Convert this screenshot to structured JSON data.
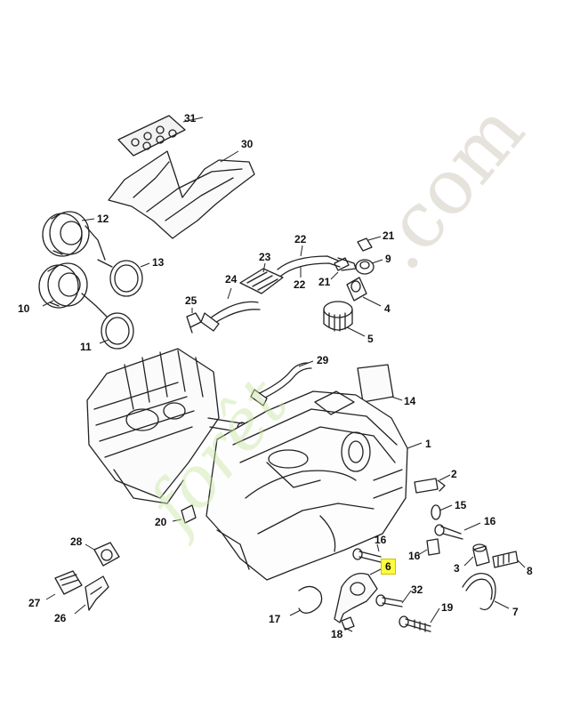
{
  "diagram": {
    "callouts": [
      {
        "id": "31",
        "label": "31"
      },
      {
        "id": "30",
        "label": "30"
      },
      {
        "id": "12",
        "label": "12"
      },
      {
        "id": "13",
        "label": "13"
      },
      {
        "id": "10",
        "label": "10"
      },
      {
        "id": "11",
        "label": "11"
      },
      {
        "id": "22a",
        "label": "22"
      },
      {
        "id": "22b",
        "label": "22"
      },
      {
        "id": "21a",
        "label": "21"
      },
      {
        "id": "21b",
        "label": "21"
      },
      {
        "id": "9",
        "label": "9"
      },
      {
        "id": "23",
        "label": "23"
      },
      {
        "id": "24",
        "label": "24"
      },
      {
        "id": "25",
        "label": "25"
      },
      {
        "id": "4",
        "label": "4"
      },
      {
        "id": "5",
        "label": "5"
      },
      {
        "id": "29",
        "label": "29"
      },
      {
        "id": "14",
        "label": "14"
      },
      {
        "id": "1",
        "label": "1"
      },
      {
        "id": "2",
        "label": "2"
      },
      {
        "id": "15",
        "label": "15"
      },
      {
        "id": "16a",
        "label": "16"
      },
      {
        "id": "16b",
        "label": "16"
      },
      {
        "id": "16c",
        "label": "16"
      },
      {
        "id": "3",
        "label": "3"
      },
      {
        "id": "8",
        "label": "8"
      },
      {
        "id": "7",
        "label": "7"
      },
      {
        "id": "6",
        "label": "6"
      },
      {
        "id": "17",
        "label": "17",
        "highlighted": true
      },
      {
        "id": "18",
        "label": "18"
      },
      {
        "id": "19",
        "label": "19"
      },
      {
        "id": "32",
        "label": "32"
      },
      {
        "id": "20",
        "label": "20"
      },
      {
        "id": "28",
        "label": "28"
      },
      {
        "id": "27",
        "label": "27"
      },
      {
        "id": "26",
        "label": "26"
      }
    ],
    "highlight_color": "#fcfc3c"
  },
  "watermark": {
    "left_text": "forêt",
    "left_color": "#c9e6a4",
    "right_text": ".com",
    "right_color": "#c8c2b6"
  }
}
